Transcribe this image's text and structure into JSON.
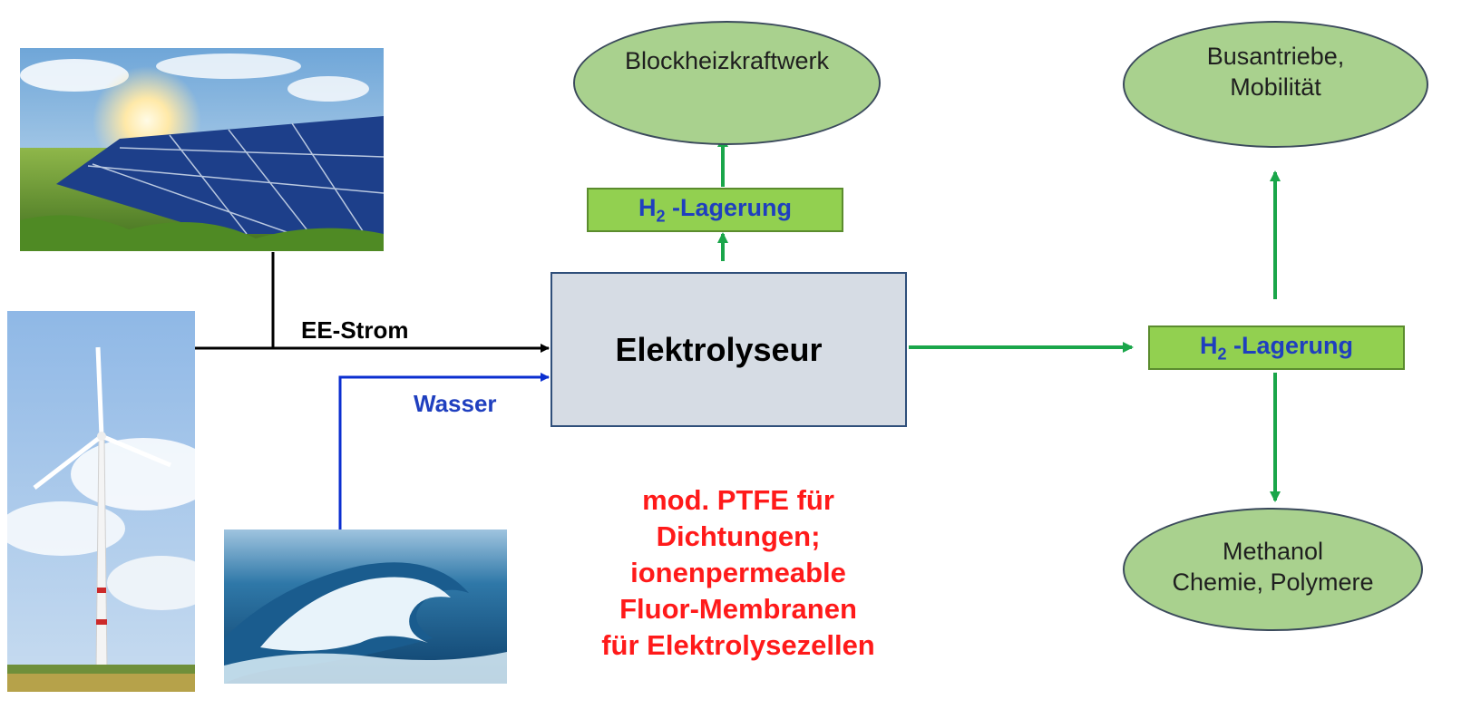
{
  "nodes": {
    "electrolyzer": "Elektrolyseur",
    "storage_top": {
      "prefix": "H",
      "sub": "2",
      "text": "-Lagerung"
    },
    "storage_right": {
      "prefix": "H",
      "sub": "2",
      "text": "-Lagerung"
    },
    "chp_plant": "Blockheizkraftwerk",
    "mobility_line1": "Busantriebe,",
    "mobility_line2": "Mobilität",
    "chemistry_line1": "Methanol",
    "chemistry_line2": "Chemie, Polymere"
  },
  "edges": {
    "power": "EE-Strom",
    "water": "Wasser"
  },
  "note": "mod. PTFE für\nDichtungen;\nionenpermeable\nFluor-Membranen\nfür Elektrolysezellen",
  "photos": {
    "solar": "solar-panels-photo",
    "wind": "wind-turbine-photo",
    "wave": "ocean-wave-photo"
  },
  "colors": {
    "electrolyzer_fill": "#d6dce4",
    "node_fill": "#a9d18e",
    "storage_fill": "#92d050",
    "arrow_green": "#1aa64a",
    "arrow_blue": "#0b2fd0",
    "note_red": "#ff1a1a"
  }
}
